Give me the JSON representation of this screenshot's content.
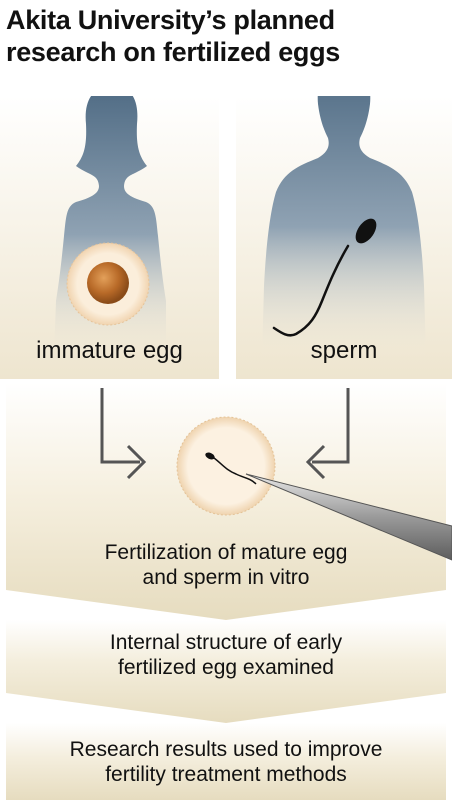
{
  "title": {
    "line1": "Akita University’s planned",
    "line2": "research on fertilized eggs"
  },
  "panels": {
    "left_label": "immature egg",
    "right_label": "sperm"
  },
  "steps": [
    {
      "line1": "Fertilization of mature egg",
      "line2": "and sperm in vitro"
    },
    {
      "line1": "Internal structure of early",
      "line2": "fertilized egg examined"
    },
    {
      "line1": "Research results used to improve",
      "line2": "fertility treatment methods"
    }
  ],
  "colors": {
    "silhouette": "#4f6b84",
    "panel_bg": "#f3ecdb",
    "arrow": "#555555",
    "egg_fill": "#fbeedb",
    "nucleus": "#b86a28",
    "flow_band": "#ebe2c8"
  }
}
